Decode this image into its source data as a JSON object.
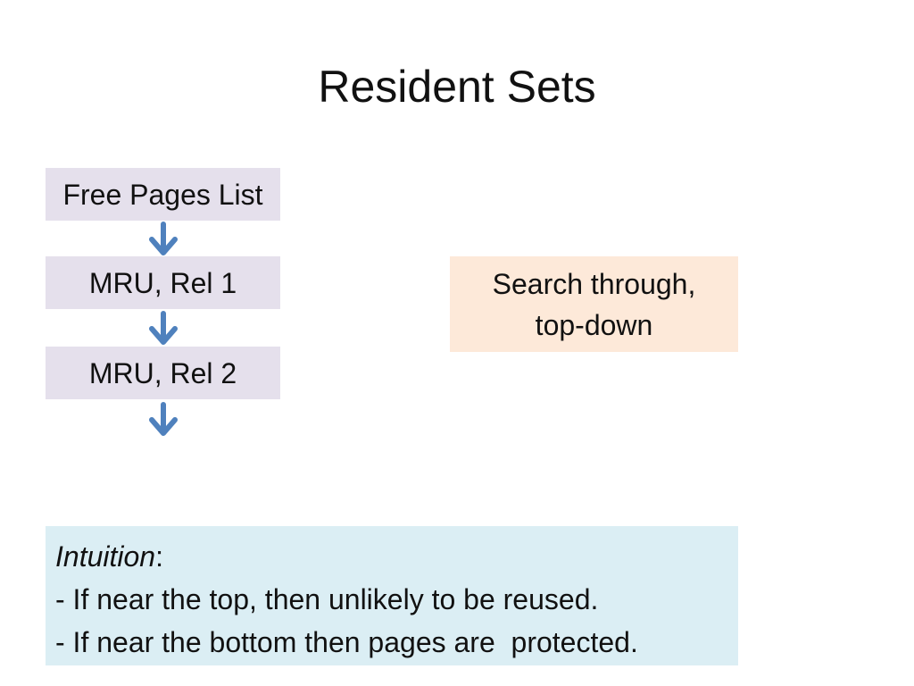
{
  "slide": {
    "title": "Resident Sets"
  },
  "stack": {
    "free_pages": "Free Pages List",
    "mru_rel1": "MRU, Rel 1",
    "mru_rel2": "MRU, Rel 2"
  },
  "search_note": {
    "line1": "Search through,",
    "line2": "top-down"
  },
  "intuition": {
    "heading": "Intuition",
    "colon": ":",
    "line1": "- If near the top, then unlikely to be reused.",
    "line2": "- If near the bottom then pages are  protected."
  },
  "colors": {
    "stack_box": "#e5e0ec",
    "search_box": "#fde9d9",
    "intuition_box": "#dbeef4",
    "arrow": "#4f81bd"
  },
  "icons": {
    "arrow": "arrow-down-icon"
  }
}
